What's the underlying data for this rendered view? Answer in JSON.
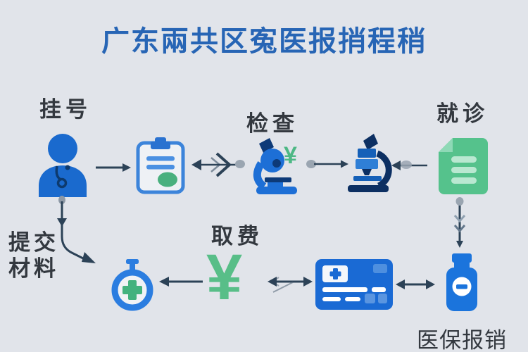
{
  "title": "广东兩共区寃医报捎程稍",
  "labels": {
    "registration": "挂号",
    "examination": "检查",
    "visit": "就诊",
    "submit_line1": "提交",
    "submit_line2": "材料",
    "fees": "取费",
    "reimbursement": "医保报销"
  },
  "symbols": {
    "yen_small": "¥",
    "yen_large": "¥"
  },
  "icons": {
    "patient": "patient-icon",
    "clipboard": "clipboard-icon",
    "microscope": "microscope-icon",
    "microscope_dark": "microscope-dark-icon",
    "medical_record": "medical-record-icon",
    "stopwatch": "stopwatch-icon",
    "insurance_card": "insurance-card-icon",
    "medicine_bottle": "medicine-bottle-icon"
  },
  "colors": {
    "background": "#e1e4ea",
    "title_blue": "#2765b5",
    "label_text": "#33383f",
    "icon_blue": "#1a6ad0",
    "icon_blue_dark": "#0d3a78",
    "icon_green": "#55c28c",
    "yen_green": "#58be88",
    "arrow": "#2c4257",
    "arrow_blob": "#9aa5b1"
  },
  "edges": [
    {
      "from": "patient",
      "to": "clipboard",
      "arrow": "right"
    },
    {
      "from": "clipboard",
      "to": "microscope",
      "arrow": "double"
    },
    {
      "from": "microscope",
      "to": "microscope_dark",
      "arrow": "right"
    },
    {
      "from": "medical_record",
      "to": "microscope_dark",
      "arrow": "left"
    },
    {
      "from": "medical_record",
      "to": "medicine_bottle",
      "arrow": "vertical"
    },
    {
      "from": "medicine_bottle",
      "to": "insurance_card",
      "arrow": "double"
    },
    {
      "from": "insurance_card",
      "to": "fees",
      "arrow": "double"
    },
    {
      "from": "fees",
      "to": "stopwatch",
      "arrow": "left"
    },
    {
      "from": "patient",
      "to": "stopwatch",
      "arrow": "elbow-down",
      "label": "提交材料"
    }
  ]
}
